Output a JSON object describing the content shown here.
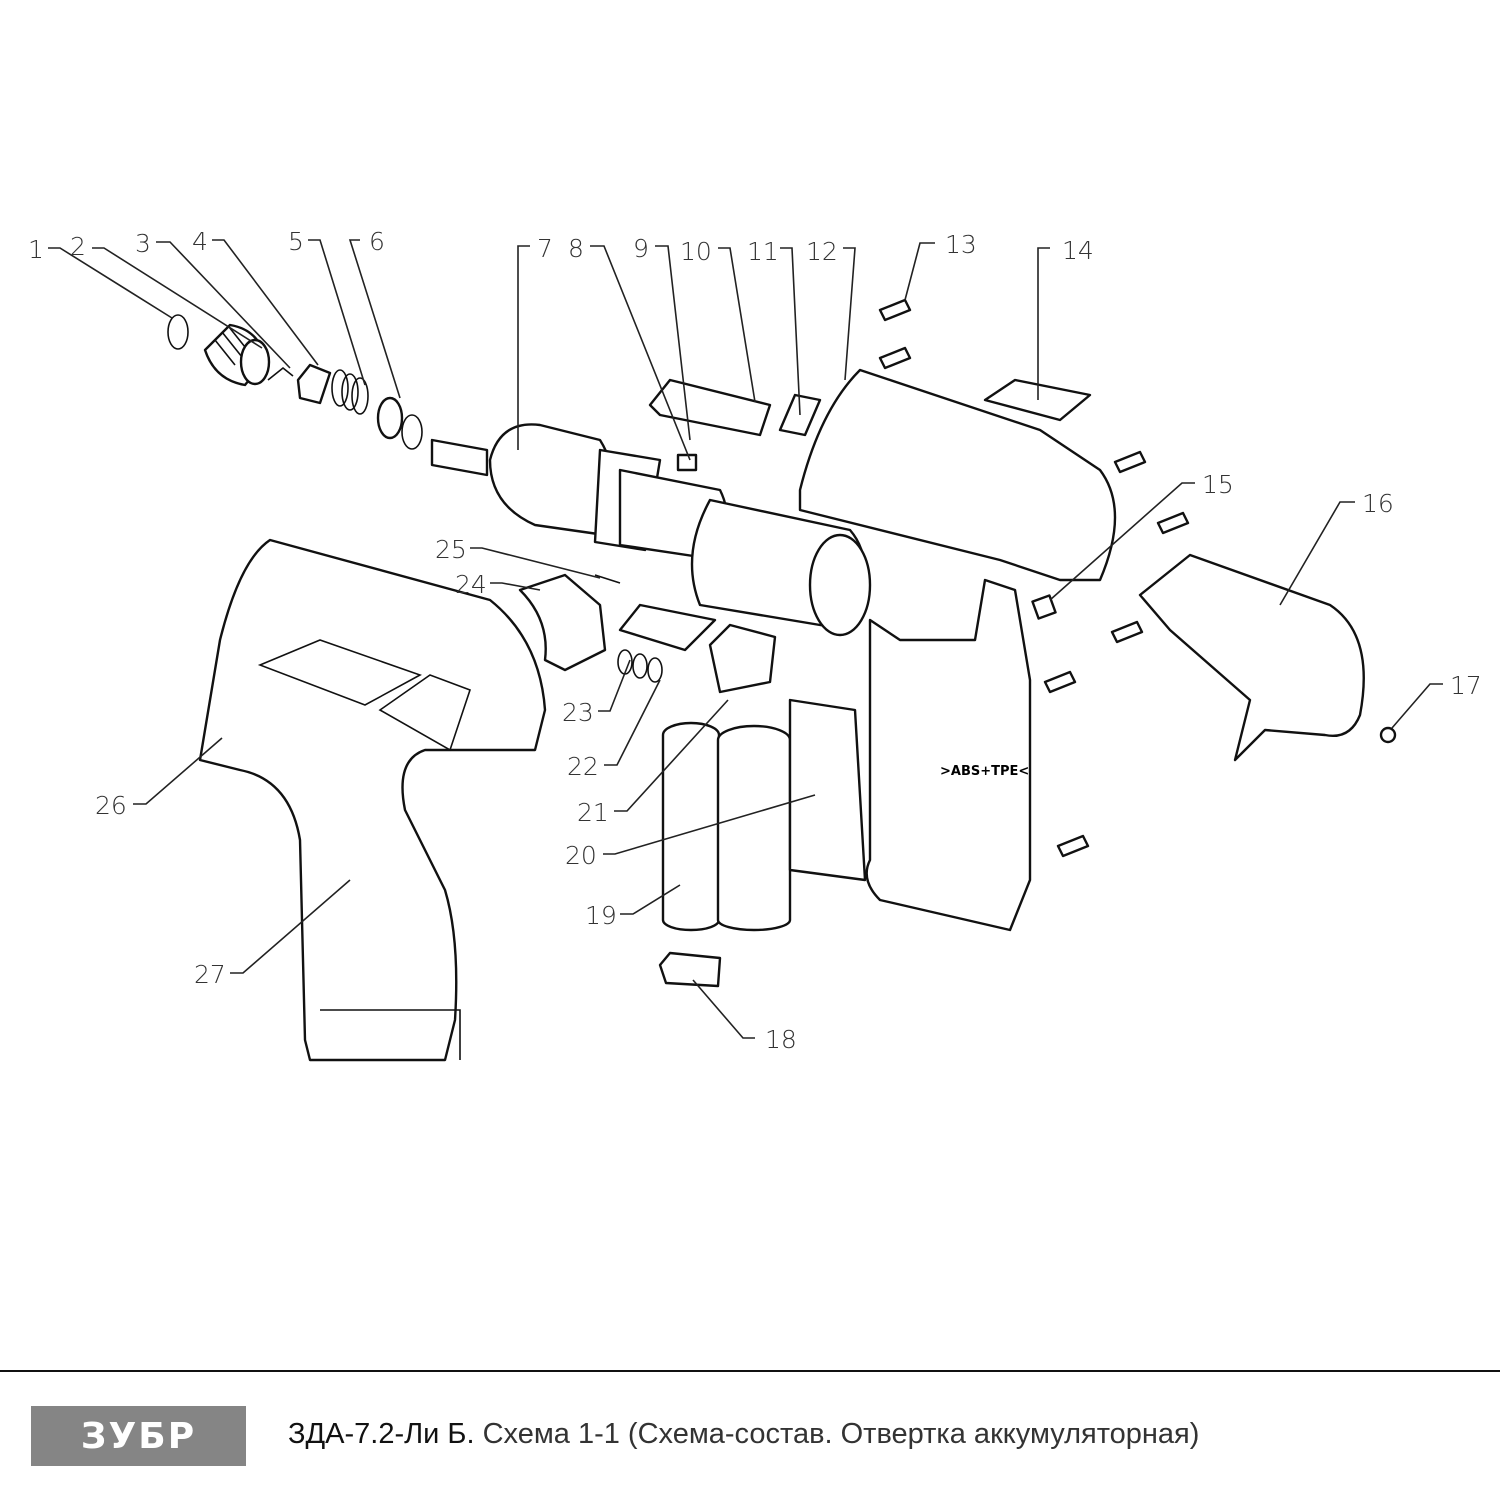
{
  "diagram": {
    "callouts": [
      "1",
      "2",
      "3",
      "4",
      "5",
      "6",
      "7",
      "8",
      "9",
      "10",
      "11",
      "12",
      "13",
      "14",
      "15",
      "16",
      "17",
      "18",
      "19",
      "20",
      "21",
      "22",
      "23",
      "24",
      "25",
      "26",
      "27"
    ],
    "housing_marking": ">ABS+TPE<"
  },
  "footer": {
    "logo_text": "ЗУБР",
    "model": "ЗДА-7.2-Ли Б.",
    "description": "Схема 1-1 (Схема-состав. Отвертка аккумуляторная)"
  },
  "colors": {
    "logo_bg": "#858585",
    "ink": "#111111"
  }
}
